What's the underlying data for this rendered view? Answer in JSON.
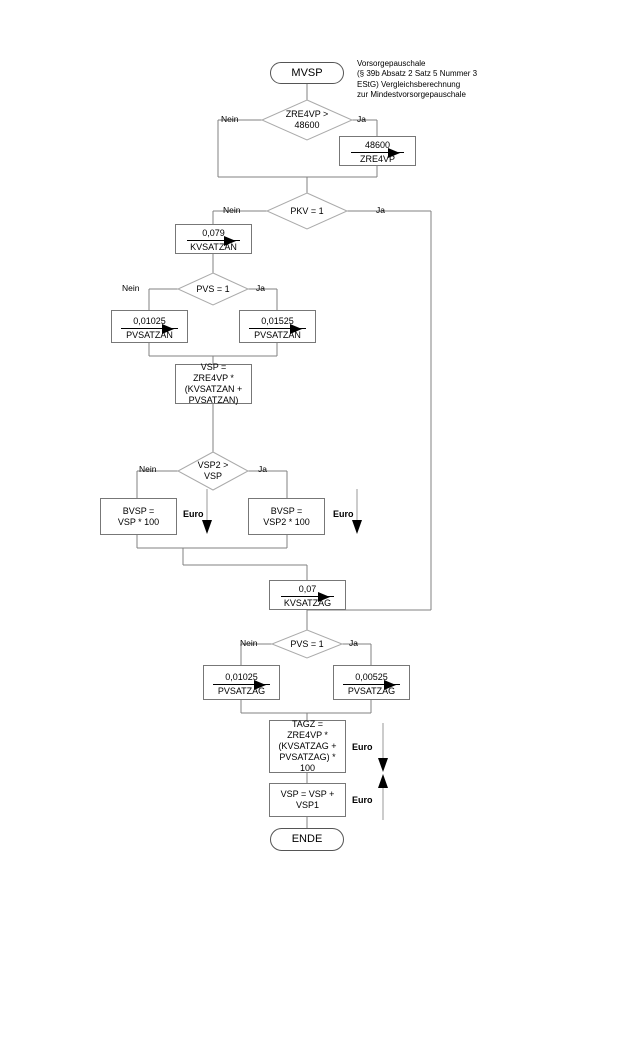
{
  "diagram": {
    "title_note": "Vorsorgepauschale\n(§ 39b Absatz 2 Satz 5 Nummer 3\nEStG) Vergleichsberechnung\nzur Mindestvorsorgepauschale",
    "start_label": "MVSP",
    "end_label": "ENDE",
    "yes_label": "Ja",
    "no_label": "Nein",
    "euro_label": "Euro",
    "colors": {
      "line": "#808080",
      "node_border": "#777777",
      "terminator_border": "#555555",
      "text": "#000000",
      "background": "#ffffff"
    },
    "decisions": [
      {
        "id": "d1",
        "text": "ZRE4VP >\n48600"
      },
      {
        "id": "d2",
        "text": "PKV = 1"
      },
      {
        "id": "d3",
        "text": "PVS = 1"
      },
      {
        "id": "d4",
        "text": "VSP2 >\nVSP"
      },
      {
        "id": "d5",
        "text": "PVS = 1"
      }
    ],
    "assignments": [
      {
        "id": "a1",
        "value": "48600",
        "target": "ZRE4VP"
      },
      {
        "id": "a2",
        "value": "0,079",
        "target": "KVSATZAN"
      },
      {
        "id": "a3",
        "value": "0,01025",
        "target": "PVSATZAN"
      },
      {
        "id": "a4",
        "value": "0,01525",
        "target": "PVSATZAN"
      },
      {
        "id": "a5",
        "value": "0,07",
        "target": "KVSATZAG"
      },
      {
        "id": "a6",
        "value": "0,01025",
        "target": "PVSATZAG"
      },
      {
        "id": "a7",
        "value": "0,00525",
        "target": "PVSATZAG"
      }
    ],
    "processes": [
      {
        "id": "p1",
        "text": "VSP =\nZRE4VP *\n(KVSATZAN +\nPVSATZAN)"
      },
      {
        "id": "p2",
        "text": "BVSP =\nVSP * 100"
      },
      {
        "id": "p3",
        "text": "BVSP =\nVSP2 * 100"
      },
      {
        "id": "p4",
        "text": "TAGZ =\nZRE4VP *\n(KVSATZAG +\nPVSATZAG) *\n100"
      },
      {
        "id": "p5",
        "text": "VSP = VSP +\nVSP1"
      }
    ],
    "branch_labels": {
      "d1_no": "Nein",
      "d1_yes": "Ja",
      "d2_no": "Nein",
      "d2_yes": "Ja",
      "d3_no": "Nein",
      "d3_yes": "Ja",
      "d4_no": "Nein",
      "d4_yes": "Ja",
      "d5_no": "Nein",
      "d5_yes": "Ja"
    },
    "euro_markers": [
      {
        "id": "e1",
        "label": "Euro"
      },
      {
        "id": "e2",
        "label": "Euro"
      },
      {
        "id": "e3",
        "label": "Euro"
      },
      {
        "id": "e4",
        "label": "Euro"
      }
    ]
  }
}
